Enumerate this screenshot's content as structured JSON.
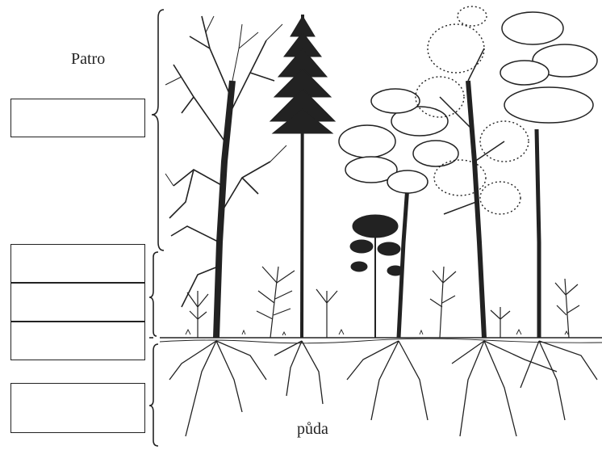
{
  "header": {
    "title": "Patro"
  },
  "soil_label": "půda",
  "answer_boxes": [
    {
      "id": "canopy-layer",
      "value": ""
    },
    {
      "id": "shrub-layer",
      "value": ""
    },
    {
      "id": "herb-layer",
      "value": ""
    },
    {
      "id": "moss-layer",
      "value": ""
    },
    {
      "id": "root-layer",
      "value": ""
    }
  ],
  "colors": {
    "ink": "#222222",
    "background": "#ffffff"
  }
}
